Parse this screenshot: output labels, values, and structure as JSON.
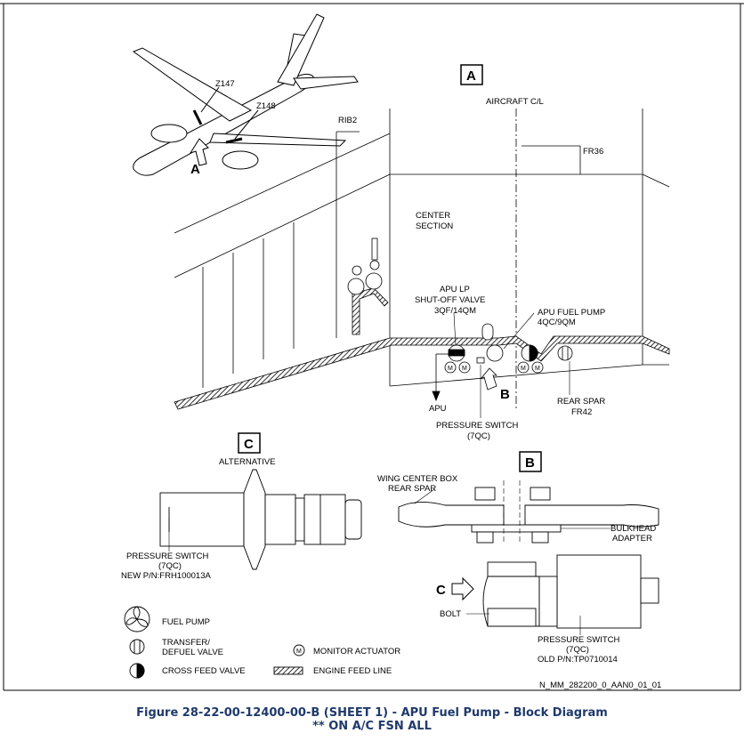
{
  "detail_a": {
    "box_label": "A",
    "aircraft_cl": "AIRCRAFT C/L",
    "fr36": "FR36",
    "rib2": "RIB2",
    "center_section": [
      "CENTER",
      "SECTION"
    ],
    "apu_lp": [
      "APU LP",
      "SHUT-OFF VALVE",
      "3QF/14QM"
    ],
    "apu_fuel_pump": [
      "APU FUEL PUMP",
      "4QC/9QM"
    ],
    "apu": "APU",
    "pressure_switch": [
      "PRESSURE SWITCH",
      "(7QC)"
    ],
    "rear_spar": [
      "REAR SPAR",
      "FR42"
    ],
    "arrow_b": "B",
    "monitor": "M"
  },
  "overview": {
    "z147": "Z147",
    "z148": "Z148",
    "arrow_a": "A"
  },
  "detail_c": {
    "box_label": "C",
    "alternative": "ALTERNATIVE",
    "callout": [
      "PRESSURE SWITCH",
      "(7QC)",
      "NEW P/N:FRH100013A"
    ]
  },
  "detail_b": {
    "box_label": "B",
    "wing_center": [
      "WING CENTER BOX",
      "REAR SPAR"
    ],
    "bulkhead": [
      "BULKHEAD",
      "ADAPTER"
    ],
    "arrow_c": "C",
    "bolt": "BOLT",
    "callout": [
      "PRESSURE SWITCH",
      "(7QC)",
      "OLD P/N:TP0710014"
    ]
  },
  "legend": {
    "fuel_pump": "FUEL PUMP",
    "transfer": [
      "TRANSFER/",
      "DEFUEL VALVE"
    ],
    "cross_feed": "CROSS FEED VALVE",
    "monitor": "MONITOR ACTUATOR",
    "engine_feed": "ENGINE FEED LINE",
    "monitor_symbol": "M"
  },
  "drawing_id": "N_MM_282200_0_AAN0_01_01",
  "caption": {
    "line1": "Figure 28-22-00-12400-00-B (SHEET 1) - APU Fuel Pump - Block Diagram",
    "line2": "** ON A/C FSN ALL"
  }
}
